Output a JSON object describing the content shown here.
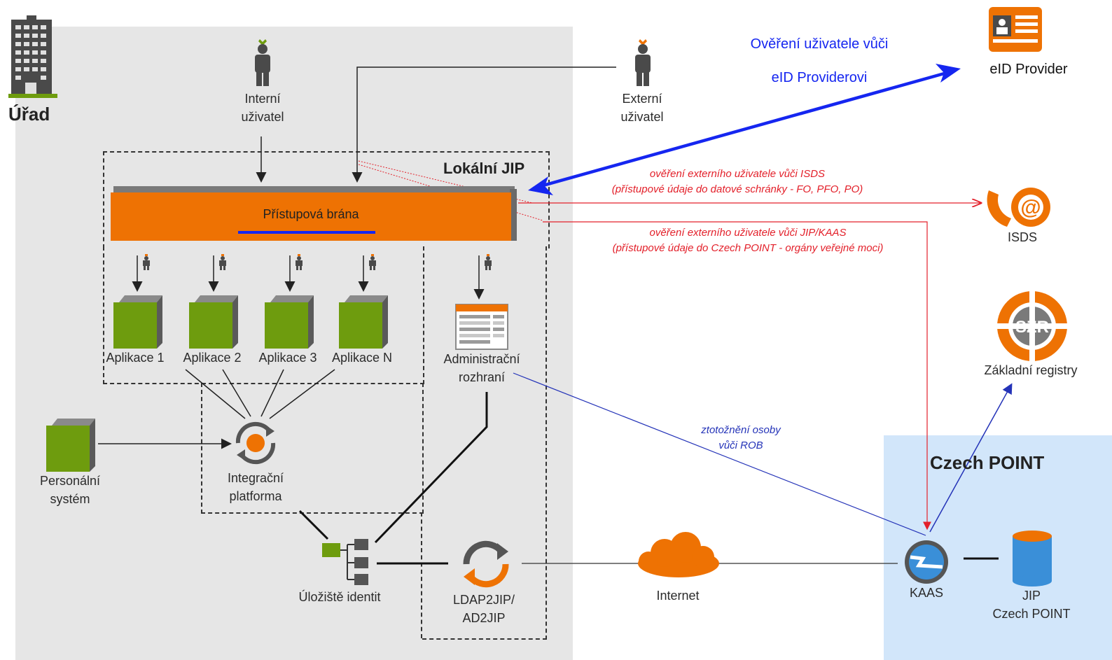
{
  "office": {
    "label": "Úřad"
  },
  "users": {
    "internal": {
      "line1": "Interní",
      "line2": "uživatel"
    },
    "external": {
      "line1": "Externí",
      "line2": "uživatel"
    }
  },
  "eid": {
    "label": "eID Provider",
    "verify_line1": "Ověření uživatele vůči",
    "verify_line2": "eID Providerovi"
  },
  "local_jip": {
    "title": "Lokální JIP",
    "gateway": "Přístupová brána"
  },
  "notes": {
    "isds_line1": "ověření externího uživatele vůči ISDS",
    "isds_line2": "(přístupové údaje do datové schránky - FO, PFO, PO)",
    "kaas_line1": "ověření externího uživatele vůči JIP/KAAS",
    "kaas_line2": "(přístupové údaje do Czech POINT - orgány veřejné moci)",
    "rob_line1": "ztotožnění osoby",
    "rob_line2": "vůči ROB"
  },
  "apps": [
    "Aplikace 1",
    "Aplikace 2",
    "Aplikace 3",
    "Aplikace N"
  ],
  "admin": {
    "line1": "Administrační",
    "line2": "rozhraní"
  },
  "integration": {
    "line1": "Integrační",
    "line2": "platforma"
  },
  "personal": {
    "line1": "Personální",
    "line2": "systém"
  },
  "identity_store": {
    "label": "Úložiště identit"
  },
  "ldap": {
    "line1": "LDAP2JIP/",
    "line2": "AD2JIP"
  },
  "internet": {
    "label": "Internet"
  },
  "isds": {
    "label": "ISDS"
  },
  "szr": {
    "label": "Základní registry",
    "icon_text": "SZR"
  },
  "czech_point": {
    "title": "Czech POINT",
    "kaas": "KAAS",
    "jip_line1": "JIP",
    "jip_line2": "Czech POINT"
  },
  "colors": {
    "orange": "#ee7203",
    "green": "#6e9c0e",
    "gray_bg": "#e6e6e6",
    "cp_bg": "#d2e6fa",
    "red": "#e3202a",
    "blue": "#1526f0"
  }
}
